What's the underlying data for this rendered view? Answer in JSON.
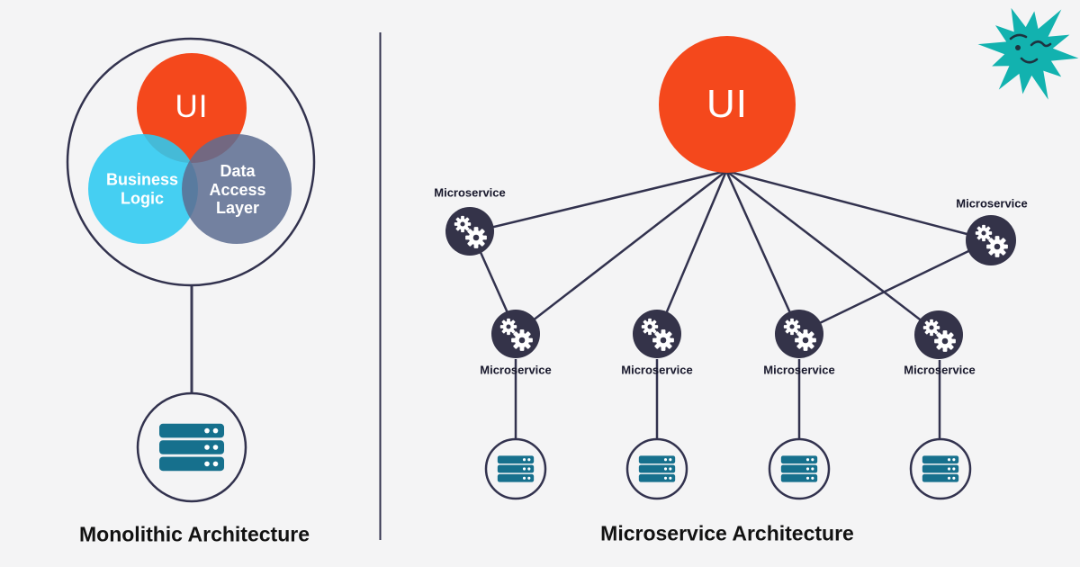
{
  "title": "Monolithic vs Microservice Architecture diagram",
  "colors": {
    "background": "#f4f4f5",
    "orange": "#f4481c",
    "cyan": "#2ccaf1",
    "slate": "#5d6d92",
    "navy_node": "#343349",
    "line_navy": "#32324e",
    "server_teal": "#16708d",
    "mascot_teal": "#12b2af",
    "white": "#ffffff"
  },
  "icons": {
    "gear": "gear-icon",
    "server": "database-server-icon",
    "mascot": "winking-starburst-mascot"
  },
  "left": {
    "caption": "Monolithic Architecture",
    "venn": {
      "ui": "UI",
      "business": "Business Logic",
      "data_access": "Data Access Layer"
    }
  },
  "right": {
    "caption": "Microservice Architecture",
    "ui_label": "UI",
    "nodes": [
      {
        "label": "Microservice",
        "position": "top-left"
      },
      {
        "label": "Microservice",
        "position": "top-right"
      },
      {
        "label": "Microservice",
        "position": "mid-1"
      },
      {
        "label": "Microservice",
        "position": "mid-2"
      },
      {
        "label": "Microservice",
        "position": "mid-3"
      },
      {
        "label": "Microservice",
        "position": "mid-4"
      }
    ]
  }
}
